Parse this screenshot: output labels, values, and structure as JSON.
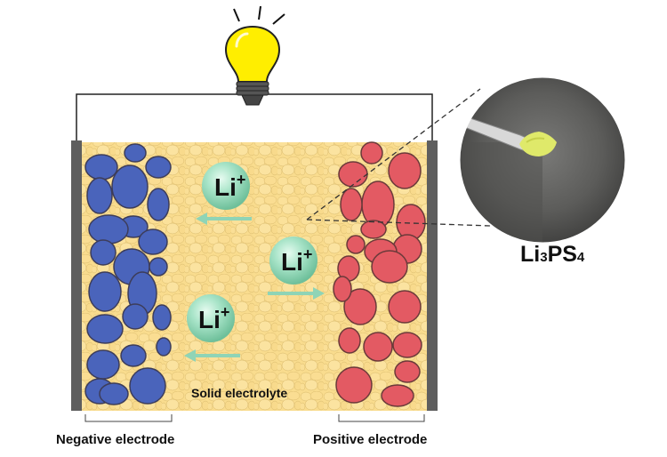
{
  "title": "All-solid-state lithium battery schematic",
  "labels": {
    "negative_electrode": "Negative electrode",
    "positive_electrode": "Positive electrode",
    "solid_electrolyte": "Solid electrolyte"
  },
  "ions": [
    {
      "symbol": "Li",
      "charge": "+",
      "direction": "left"
    },
    {
      "symbol": "Li",
      "charge": "+",
      "direction": "right"
    },
    {
      "symbol": "Li",
      "charge": "+",
      "direction": "left"
    }
  ],
  "material": {
    "formula_parts": [
      "Li",
      "3",
      "PS",
      "4"
    ],
    "description": "Photo inset of yellow powder on a spatula"
  },
  "icons": [
    "light-bulb-icon"
  ],
  "colors": {
    "negative_particle": "#4a64bb",
    "positive_particle": "#e35a63",
    "electrolyte": "#f9dc8e",
    "ion": "#9fe0c4",
    "current_collector": "#5e5e5e",
    "bulb": "#ffee00"
  }
}
